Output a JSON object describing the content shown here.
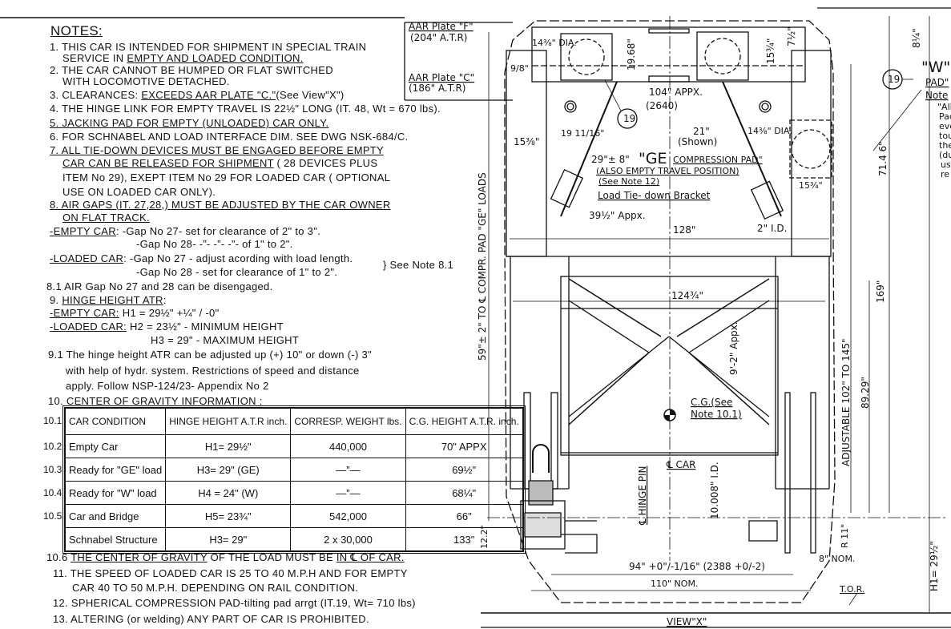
{
  "notes": {
    "title": "NOTES:",
    "n1a": "1. THIS CAR IS INTENDED FOR SHIPMENT IN SPECIAL TRAIN",
    "n1b_pre": "SERVICE IN ",
    "n1b_u": "EMPTY AND LOADED CONDITION.",
    "n2a": "2. THE CAR CANNOT BE HUMPED OR FLAT SWITCHED",
    "n2b": "WITH LOCOMOTIVE DETACHED.",
    "n3_pre": "3. CLEARANCES: ",
    "n3_u": "EXCEEDS AAR PLATE \"C.\"",
    "n3_post": "(See View\"X\")",
    "n4": "4. THE HINGE LINK FOR EMPTY TRAVEL IS 22½\" LONG (IT. 48, Wt = 670 lbs).",
    "n5": "5. JACKING PAD FOR EMPTY (UNLOADED) CAR ONLY.",
    "n6": "6. FOR SCHNABEL AND LOAD INTERFACE DIM. SEE DWG NSK-684/C.",
    "n7a": "7. ALL TIE-DOWN DEVICES MUST BE ENGAGED BEFORE EMPTY",
    "n7b_u": "CAR CAN BE RELEASED FOR SHIPMENT",
    "n7b_post": " ( 28 DEVICES PLUS",
    "n7c": "ITEM No 29), EXEPT ITEM No 29 FOR LOADED CAR ( OPTIONAL",
    "n7d": "USE ON LOADED CAR ONLY).",
    "n8a": "8. AIR GAPS (IT. 27,28,) MUST BE ADJUSTED BY THE CAR OWNER",
    "n8b": "ON FLAT TRACK.",
    "n8c_u": "-EMPTY CAR",
    "n8c": ": -Gap No 27- set for clearance of 2\" to 3\".",
    "n8d": "-Gap No 28- -”- -”- -”- of 1\" to 2\".",
    "n8e_u": "-LOADED CAR",
    "n8e": ": -Gap No 27 - adjust acording with load length.",
    "n8f": "-Gap No 28 - set for clearance of 1\" to 2\".",
    "n8_see": "} See Note 8.1",
    "n81": "8.1 AIR Gap No 27 and 28 can be disengaged.",
    "n9_pre": "9. ",
    "n9_u": "HINGE HEIGHT ATR",
    "n9_post": ":",
    "n9b_u": "-EMPTY CAR:",
    "n9b": " H1 = 29½\"  +¼\" / -0\"",
    "n9c_u": "-LOADED CAR:",
    "n9c": "  H2 = 23½\" - MINIMUM HEIGHT",
    "n9d": "H3 = 29\"  - MAXIMUM HEIGHT",
    "n91a": "9.1 The hinge height ATR can be adjusted up (+) 10\" or down (-) 3\"",
    "n91b": "with help of hydr. system. Restrictions of speed and distance",
    "n91c": "apply. Follow NSP-124/23- Appendix No 2",
    "n10": "10. CENTER OF GRAVITY INFORMATION :",
    "n106_pre": "10.6 ",
    "n106_u1": "THE CENTER OF GRAVITY",
    "n106_mid": " OF THE LOAD MUST BE ",
    "n106_u2": "IN ℄ OF CAR.",
    "n11a": "11. THE SPEED OF LOADED CAR IS 25 TO 40 M.P.H AND FOR EMPTY",
    "n11b": "CAR 40 TO 50 M.P.H. DEPENDING ON RAIL CONDITION.",
    "n12": "12. SPHERICAL COMPRESSION PAD-tilting pad arrgt (IT.19, Wt= 710 lbs)",
    "n13": "13. ALTERING (or welding) ANY PART OF CAR IS PROHIBITED."
  },
  "cg_table": {
    "row_numbers": [
      "10.1",
      "10.2",
      "10.3",
      "10.4",
      "10.5",
      ""
    ],
    "headers": [
      "CAR CONDITION",
      "HINGE HEIGHT A.T.R inch.",
      "CORRESP. WEIGHT lbs.",
      "C.G. HEIGHT A.T.R. inch."
    ],
    "rows": [
      [
        "Empty Car",
        "H1= 29½\"",
        "440,000",
        "70\" APPX"
      ],
      [
        "Ready for \"GE\" load",
        "H3= 29\" (GE)",
        "—”—",
        "69½\""
      ],
      [
        "Ready for \"W\" load",
        "H4 = 24\" (W)",
        "—”—",
        "68¼\""
      ],
      [
        "Car and Bridge",
        "H5= 23¾\"",
        "542,000",
        "66\""
      ],
      [
        "Schnabel Structure",
        "H3= 29\"",
        "2 x 30,000",
        "133\""
      ]
    ]
  },
  "drawing": {
    "aar_f": "AAR Plate \"F\"",
    "aar_f_h": "(204\" A.T.R)",
    "aar_c": "AAR Plate \"C\"",
    "aar_c_h": "(186\" A.T.R)",
    "dia_left": "14⅜\" DIA.",
    "d1968": "19.68\"",
    "d1534": "15¾\"",
    "d712": "7½\"",
    "d814": "8¼\"",
    "d98": "9/8\"",
    "d104": "104\" APPX.",
    "d2640": "(2640)",
    "item19": "19",
    "d191116": "19 11/16\"",
    "d1538": "15⅜\"",
    "d21": "21\"",
    "shown": "(Shown)",
    "dia_right": "14⅜\" DIA.",
    "ge_dim": "29\"± 8\"",
    "ge_big": "\"GE",
    "ge_pad": "COMPRESSION PAD\"",
    "also_empty": "(ALSO EMPTY TRAVEL POSITION)",
    "see_note12": "(See Note 12)",
    "tie_down": "Load Tie- down Bracket",
    "d3912": "39½\" Appx.",
    "d128": "128\"",
    "d2id": "2\" I.D.",
    "d1534b": "15¾\"",
    "d7146": "71.4 6\"",
    "w_comp": "\"W\" CO",
    "w_pad": "PAD\"",
    "w_note": "Note",
    "right_note": [
      "\"All",
      "Pac",
      "eve",
      "tou",
      "the",
      "(du",
      "use",
      "re"
    ],
    "left_vertical": "59\"± 2\" TO ℄ COMPR. PAD \"GE\" LOADS",
    "d12434": "124¾\"",
    "d92": "9'-2\" Appx.",
    "cg_see": "C.G.(See",
    "cg_note": "Note 10.1)",
    "cl_car": "℄ CAR",
    "cl_hinge": "℄ HINGE PIN",
    "d10008": "10.008\" I.D.",
    "adjustable": "ADJUSTABLE  102\"  TO  145\"",
    "d8929": "89.29\"",
    "d169": "169\"",
    "r11": "R 11\"",
    "d8nom": "8\" NOM.",
    "d94": "94\" +0\"/-1/16\"  (2388 +0/-2)",
    "d110": "110\" NOM.",
    "tor": "T.O.R.",
    "h1": "H1= 29½\"",
    "d122": "12.2\"",
    "view_x": "VIEW\"X\""
  }
}
